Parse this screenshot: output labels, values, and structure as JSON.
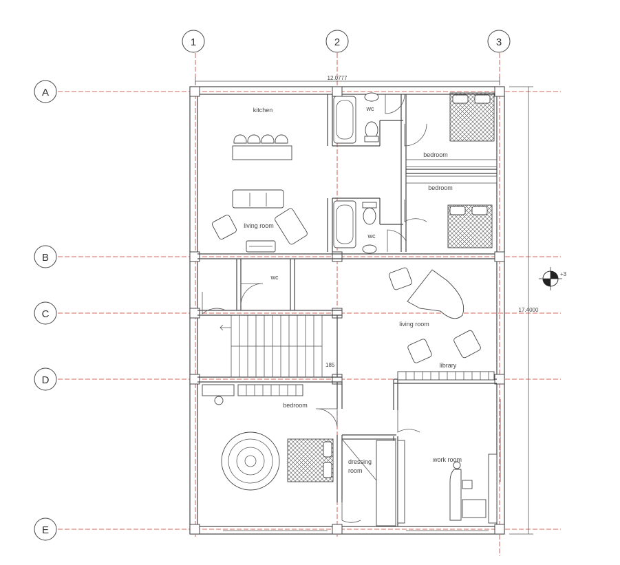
{
  "grid": {
    "columns": [
      "1",
      "2",
      "3"
    ],
    "rows": [
      "A",
      "B",
      "C",
      "D",
      "E"
    ]
  },
  "dimensions": {
    "width": "12.0777",
    "height": "17.4000",
    "stair": "185"
  },
  "level_marker": "+3",
  "rooms": {
    "kitchen": "kitchen",
    "wc_top": "wc",
    "bedroom_1": "bedroom",
    "bedroom_2": "bedroom",
    "living_room_1": "living room",
    "wc_middle": "wc",
    "wc_lower": "wc",
    "living_room_2": "living room",
    "library": "library",
    "bedroom_3": "bedroom",
    "dressing_room_line1": "dressing",
    "dressing_room_line2": "room",
    "work_room": "work room"
  }
}
